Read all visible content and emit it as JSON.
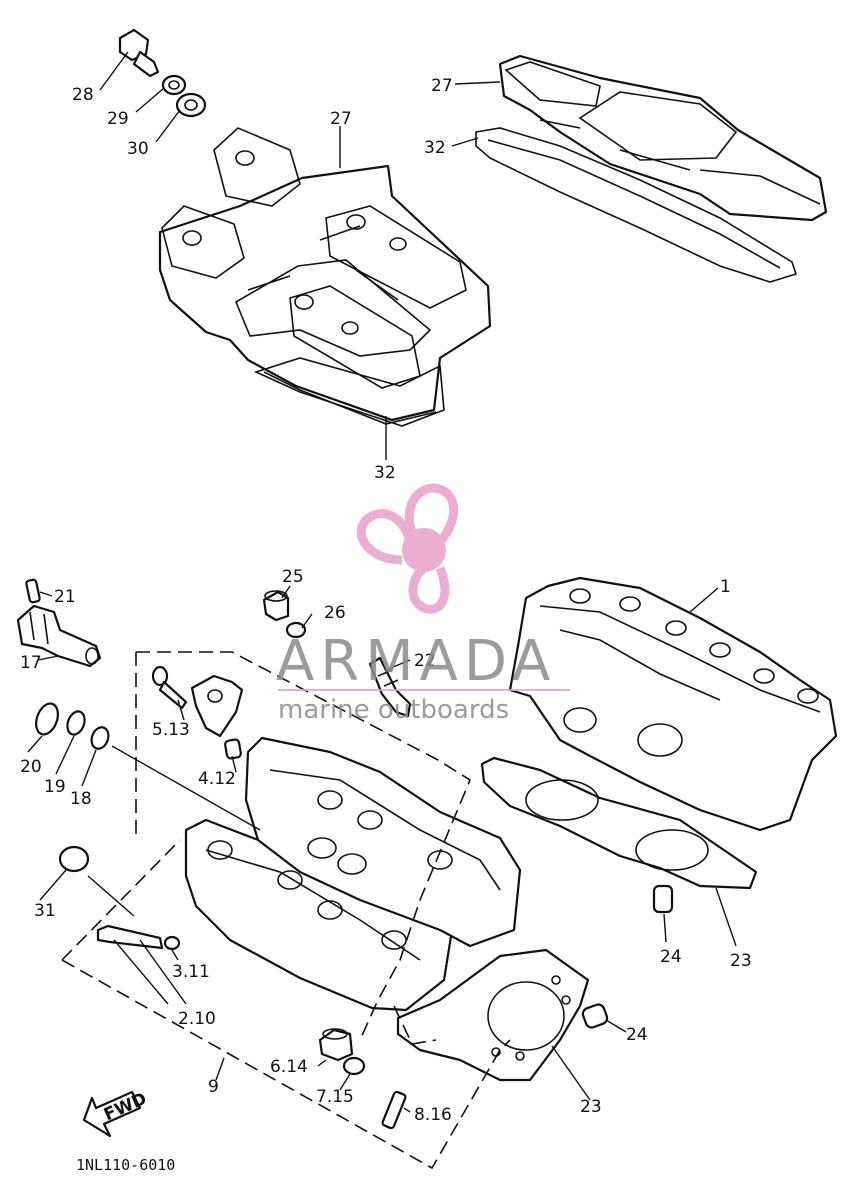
{
  "diagram": {
    "callouts": [
      {
        "id": "c28",
        "text": "28"
      },
      {
        "id": "c29",
        "text": "29"
      },
      {
        "id": "c30",
        "text": "30"
      },
      {
        "id": "c27a",
        "text": "27"
      },
      {
        "id": "c27b",
        "text": "27"
      },
      {
        "id": "c32a",
        "text": "32"
      },
      {
        "id": "c32b",
        "text": "32"
      },
      {
        "id": "c21",
        "text": "21"
      },
      {
        "id": "c17",
        "text": "17"
      },
      {
        "id": "c25",
        "text": "25"
      },
      {
        "id": "c26",
        "text": "26"
      },
      {
        "id": "c22",
        "text": "22"
      },
      {
        "id": "c1",
        "text": "1"
      },
      {
        "id": "c513",
        "text": "5.13"
      },
      {
        "id": "c412",
        "text": "4.12"
      },
      {
        "id": "c20",
        "text": "20"
      },
      {
        "id": "c19",
        "text": "19"
      },
      {
        "id": "c18",
        "text": "18"
      },
      {
        "id": "c31",
        "text": "31"
      },
      {
        "id": "c311",
        "text": "3.11"
      },
      {
        "id": "c210",
        "text": "2.10"
      },
      {
        "id": "c9",
        "text": "9"
      },
      {
        "id": "c614",
        "text": "6.14"
      },
      {
        "id": "c715",
        "text": "7.15"
      },
      {
        "id": "c816",
        "text": "8.16"
      },
      {
        "id": "c24a",
        "text": "24"
      },
      {
        "id": "c24b",
        "text": "24"
      },
      {
        "id": "c23a",
        "text": "23"
      },
      {
        "id": "c23b",
        "text": "23"
      }
    ],
    "fwd_label": "FWD",
    "drawing_code": "1NL110-6010"
  },
  "watermark": {
    "brand": "ARMADA",
    "tagline": "marine outboards",
    "logo_color": "#e8a0c8",
    "text_color": "#8a8a8a"
  }
}
